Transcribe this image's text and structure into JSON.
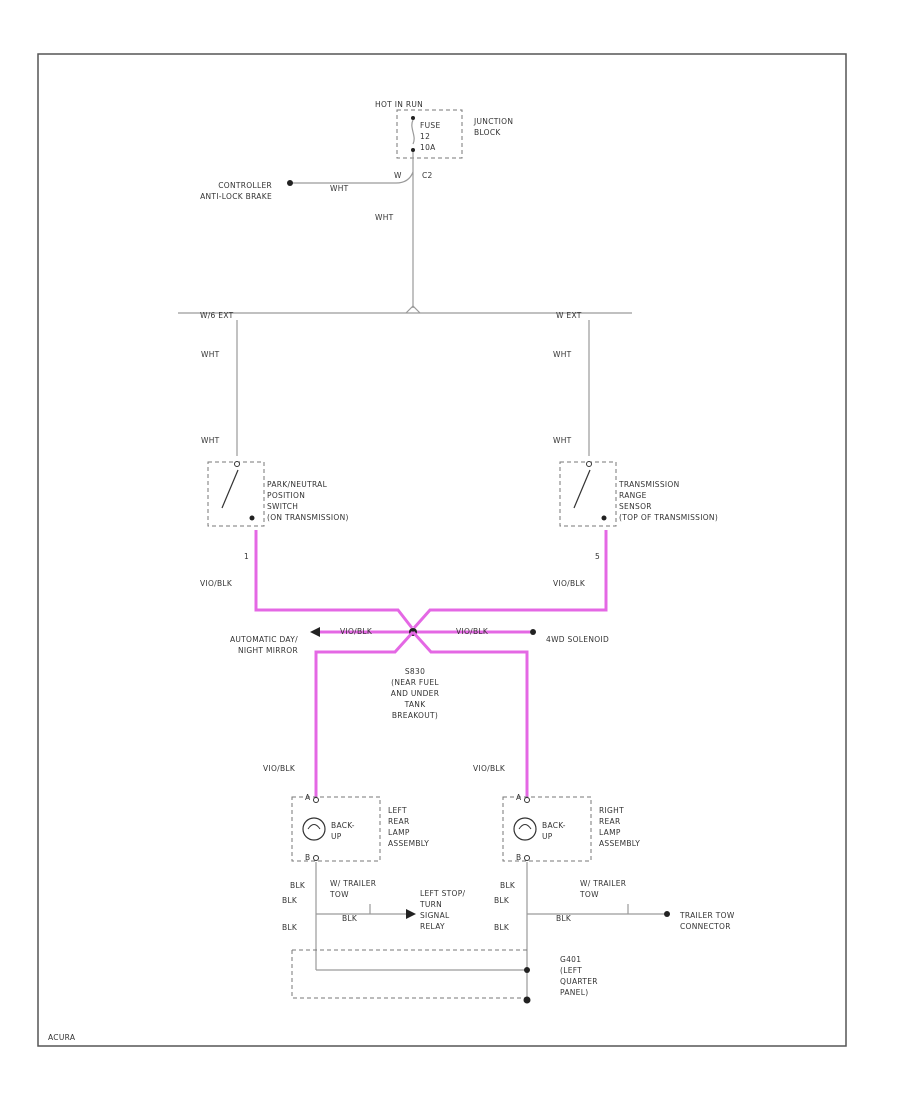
{
  "junction": {
    "hot": "HOT IN RUN",
    "fuse": [
      "FUSE",
      "12",
      "10A"
    ],
    "name": [
      "JUNCTION",
      "BLOCK"
    ],
    "pin": "W",
    "conn": "C2"
  },
  "controller": [
    "CONTROLLER",
    "ANTI-LOCK BRAKE"
  ],
  "wires": {
    "wht": "WHT",
    "vio_blk": "VIO/BLK",
    "blk": "BLK",
    "left_branch": "W/6 EXT",
    "right_branch": "W EXT",
    "left_pin": "1",
    "right_pin": "5"
  },
  "left_switch": [
    "PARK/NEUTRAL",
    "POSITION",
    "SWITCH",
    "(ON TRANSMISSION)"
  ],
  "right_switch": [
    "TRANSMISSION",
    "RANGE",
    "SENSOR",
    "(TOP OF TRANSMISSION)"
  ],
  "mirror": [
    "AUTOMATIC DAY/",
    "NIGHT MIRROR"
  ],
  "solenoid": "4WD SOLENOID",
  "splice": [
    "S830",
    "(NEAR FUEL",
    "AND UNDER",
    "TANK",
    "BREAKOUT)"
  ],
  "left_lamp": {
    "bulb": [
      "BACK-",
      "UP"
    ],
    "assy": [
      "LEFT",
      "REAR",
      "LAMP",
      "ASSEMBLY"
    ],
    "pin_top": "A",
    "pin_bot": "B"
  },
  "right_lamp": {
    "bulb": [
      "BACK-",
      "UP"
    ],
    "assy": [
      "RIGHT",
      "REAR",
      "LAMP",
      "ASSEMBLY"
    ],
    "pin_top": "A",
    "pin_bot": "B"
  },
  "tow_left": [
    "W/ TRAILER",
    "TOW"
  ],
  "tow_right": [
    "W/ TRAILER",
    "TOW"
  ],
  "relay": [
    "LEFT STOP/",
    "TURN",
    "SIGNAL",
    "RELAY"
  ],
  "trailer": [
    "TRAILER TOW",
    "CONNECTOR"
  ],
  "ground": [
    "G401",
    "(LEFT",
    "QUARTER",
    "PANEL)"
  ],
  "footer": "ACURA"
}
